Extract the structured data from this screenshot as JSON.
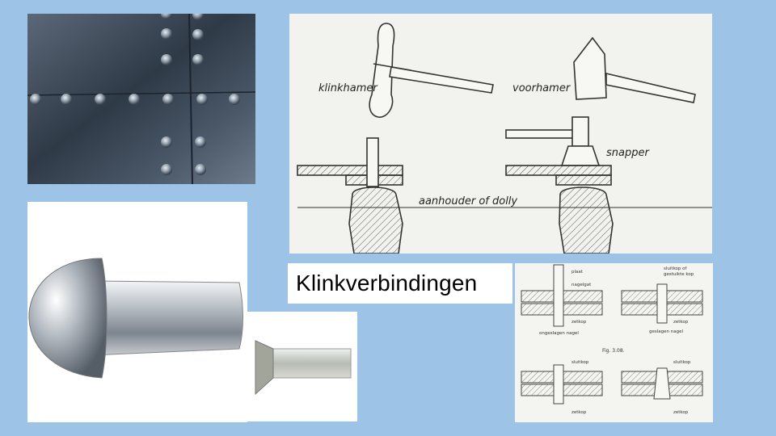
{
  "slide": {
    "title": "Klinkverbindingen"
  },
  "tools_drawing": {
    "labels": {
      "riveting_hammer": "klinkhamer",
      "sledge": "voorhamer",
      "snap": "snapper",
      "dolly": "aanhouder of dolly"
    }
  },
  "rivet_sections": {
    "labels": {
      "a1": "plaat",
      "a2": "nagelgat",
      "a3": "zetkop",
      "a4": "ongeslagen nagel",
      "b1": "sluitkop of",
      "b2": "gestuikte kop",
      "b3": "zetkop",
      "b4": "geslagen nagel",
      "fig": "Fig. 3.08.",
      "c1": "sluitkop",
      "c2": "zetkop",
      "d1": "sluitkop",
      "d2": "zetkop"
    }
  },
  "colors": {
    "background": "#9dc3e6",
    "metal_dark": "#3d4a58",
    "paper": "#f2f2ee",
    "ink": "#333333"
  }
}
